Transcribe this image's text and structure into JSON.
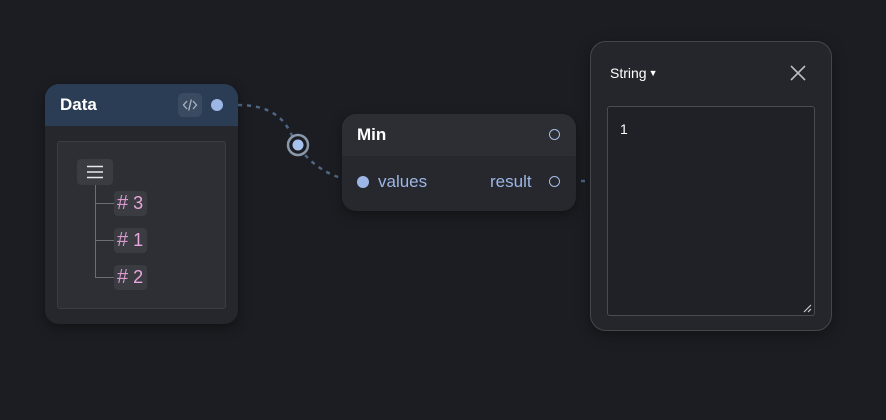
{
  "data_node": {
    "title": "Data",
    "items": [
      "3",
      "1",
      "2"
    ],
    "item_icon": "hash-icon",
    "toggle_icon": "list-icon",
    "code_icon": "code-icon"
  },
  "min_node": {
    "title": "Min",
    "input_label": "values",
    "output_label": "result"
  },
  "string_panel": {
    "type_label": "String",
    "value": "1",
    "close_icon": "close-icon"
  },
  "colors": {
    "background": "#1b1d22",
    "accent": "#9cb6e6",
    "number": "#e7a6dc",
    "data_header": "#2b3c55"
  }
}
